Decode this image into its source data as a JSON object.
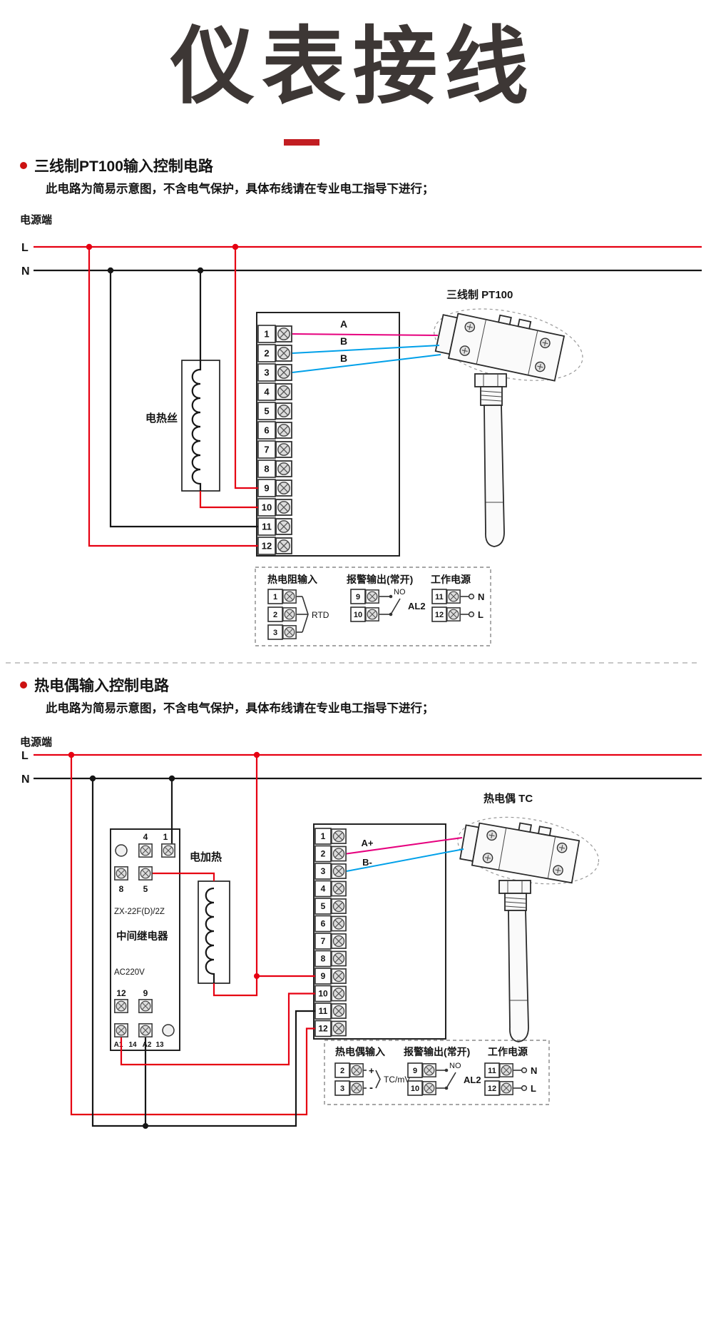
{
  "page": {
    "title": "仪表接线"
  },
  "section1": {
    "heading": "三线制PT100输入控制电路",
    "note": "此电路为简易示意图，不含电气保护，具体布线请在专业电工指导下进行；",
    "power_label": "电源端",
    "l_label": "L",
    "n_label": "N",
    "heater_label": "电热丝",
    "sensor_label": "三线制 PT100",
    "wire_labels": {
      "a": "A",
      "b1": "B",
      "b2": "B"
    },
    "terminals": [
      "1",
      "2",
      "3",
      "4",
      "5",
      "6",
      "7",
      "8",
      "9",
      "10",
      "11",
      "12"
    ],
    "legend": {
      "input_title": "热电阻输入",
      "input_terminals": [
        "1",
        "2",
        "3"
      ],
      "input_label": "RTD",
      "alarm_title": "报警输出(常开)",
      "alarm_terminals": [
        "9",
        "10"
      ],
      "alarm_contact": "NO",
      "alarm_label": "AL2",
      "power_title": "工作电源",
      "power_terminals": [
        "11",
        "12"
      ],
      "power_n": "N",
      "power_l": "L"
    }
  },
  "section2": {
    "heading": "热电偶输入控制电路",
    "note": "此电路为简易示意图，不含电气保护，具体布线请在专业电工指导下进行；",
    "power_label": "电源端",
    "l_label": "L",
    "n_label": "N",
    "heater_label": "电加热",
    "sensor_label": "热电偶 TC",
    "wire_labels": {
      "a": "A+",
      "b": "B-"
    },
    "relay": {
      "model": "ZX-22F(D)/2Z",
      "name": "中间继电器",
      "voltage": "AC220V",
      "top_labels": [
        "4",
        "1"
      ],
      "second_labels": [
        "8",
        "5"
      ],
      "third_labels": [
        "12",
        "9"
      ],
      "bottom_labels": [
        "A1",
        "14",
        "A2",
        "13"
      ]
    },
    "terminals": [
      "1",
      "2",
      "3",
      "4",
      "5",
      "6",
      "7",
      "8",
      "9",
      "10",
      "11",
      "12"
    ],
    "legend": {
      "input_title": "热电偶输入",
      "input_terminals": [
        "2",
        "3"
      ],
      "input_plus": "+",
      "input_minus": "-",
      "input_label": "TC/mV",
      "alarm_title": "报警输出(常开)",
      "alarm_terminals": [
        "9",
        "10"
      ],
      "alarm_contact": "NO",
      "alarm_label": "AL2",
      "power_title": "工作电源",
      "power_terminals": [
        "11",
        "12"
      ],
      "power_n": "N",
      "power_l": "L"
    }
  },
  "colors": {
    "live": "#e60012",
    "neutral": "#161616",
    "wire_a": "#e6007e",
    "wire_b": "#00a0e9",
    "accent": "#c21d22",
    "title": "#3d3735"
  }
}
